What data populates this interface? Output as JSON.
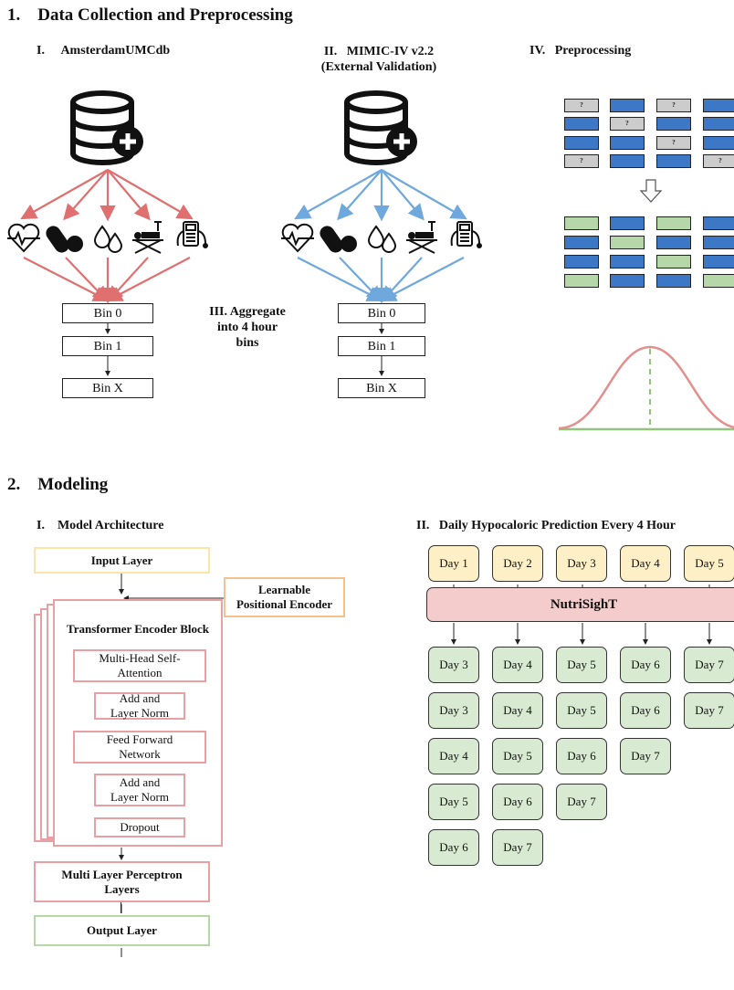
{
  "section1": {
    "title": "1.    Data Collection and Preprocessing",
    "amsterdam": {
      "label": "I.     AmsterdamUMCdb",
      "bins": [
        "Bin 0",
        "Bin 1",
        "Bin X"
      ]
    },
    "mimic": {
      "label_line1": "II.   MIMIC-IV v2.2",
      "label_line2": "(External Validation)",
      "bins": [
        "Bin 0",
        "Bin 1",
        "Bin X"
      ]
    },
    "aggregate": {
      "line1": "III. Aggregate",
      "line2": "into 4 hour",
      "line3": "bins"
    },
    "preprocessing": {
      "label": "IV.   Preprocessing",
      "missing_mark": "?"
    },
    "icons": [
      "heart-monitor-icon",
      "pills-icon",
      "drops-icon",
      "hospital-bed-icon",
      "ventilator-icon"
    ],
    "colors": {
      "amsterdam_arrows": "#e07070",
      "mimic_arrows": "#6fa8dc",
      "bell_curve": "#e58e8e",
      "baseline": "#93c47d"
    }
  },
  "section2": {
    "title": "2.    Modeling",
    "arch": {
      "label": "I.    Model Architecture",
      "input_layer": "Input Layer",
      "pos_encoder_line1": "Learnable",
      "pos_encoder_line2": "Positional Encoder",
      "encoder_title": "Transformer Encoder Block",
      "mhsa_line1": "Multi-Head Self-",
      "mhsa_line2": "Attention",
      "addnorm1_line1": "Add and",
      "addnorm1_line2": "Layer Norm",
      "ffn_line1": "Feed Forward",
      "ffn_line2": "Network",
      "addnorm2_line1": "Add and",
      "addnorm2_line2": "Layer Norm",
      "dropout": "Dropout",
      "mlp_line1": "Multi Layer Perceptron",
      "mlp_line2": "Layers",
      "output_layer": "Output Layer"
    },
    "prediction": {
      "label": "II.   Daily Hypocaloric Prediction Every 4 Hour",
      "inputs": [
        "Day 1",
        "Day 2",
        "Day 3",
        "Day 4",
        "Day 5"
      ],
      "model": "NutriSighT",
      "outputs": [
        [
          "Day 3",
          "Day 4",
          "Day 5",
          "Day 6",
          "Day 7"
        ],
        [
          "Day 3",
          "Day 4",
          "Day 5",
          "Day 6",
          "Day 7"
        ],
        [
          "Day 4",
          "Day 5",
          "Day 6",
          "Day 7"
        ],
        [
          "Day 5",
          "Day 6",
          "Day 7"
        ],
        [
          "Day 6",
          "Day 7"
        ]
      ]
    }
  }
}
